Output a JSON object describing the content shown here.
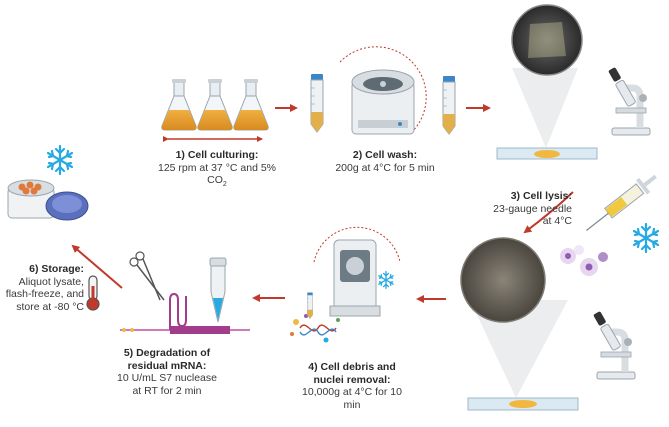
{
  "steps": {
    "culturing": {
      "title": "1) Cell culturing:",
      "line1": "125 rpm at 37 °C and 5% CO",
      "sub": "2"
    },
    "wash": {
      "title": "2) Cell wash:",
      "line1": "200g at 4°C for 5 min"
    },
    "lysis": {
      "title": "3) Cell lysis:",
      "line1": "23-gauge needle",
      "line2": "at 4°C"
    },
    "debris": {
      "title1": "4) Cell debris and",
      "title2": "nuclei removal:",
      "line1": "10,000g at 4°C for 10",
      "line2": "min"
    },
    "degradation": {
      "title1": "5) Degradation of",
      "title2": "residual mRNA:",
      "line1": "10 U/mL S7 nuclease",
      "line2": "at RT for 2 min"
    },
    "storage": {
      "title": "6) Storage:",
      "line1": "Aliquot lysate,",
      "line2": "flash-freeze, and",
      "line3": "store at -80 °C"
    }
  },
  "icons": {
    "flask": "flask-icon",
    "tube": "falcon-tube-icon",
    "centrifuge": "centrifuge-icon",
    "microscope": "microscope-icon",
    "slide": "microscope-slide-icon",
    "syringe": "syringe-icon",
    "snowflake": "snowflake-icon",
    "thermometer": "thermometer-icon",
    "scissors": "scissors-icon",
    "mrna": "mrna-icon",
    "cryovial": "cryovial-box-icon",
    "microcentrifuge_tube": "microcentrifuge-tube-icon"
  },
  "colors": {
    "arrow": "#c0392b",
    "flask_liquid": "#e8a033",
    "snowflake": "#27a9e1",
    "slide_sample": "#f0b840"
  }
}
